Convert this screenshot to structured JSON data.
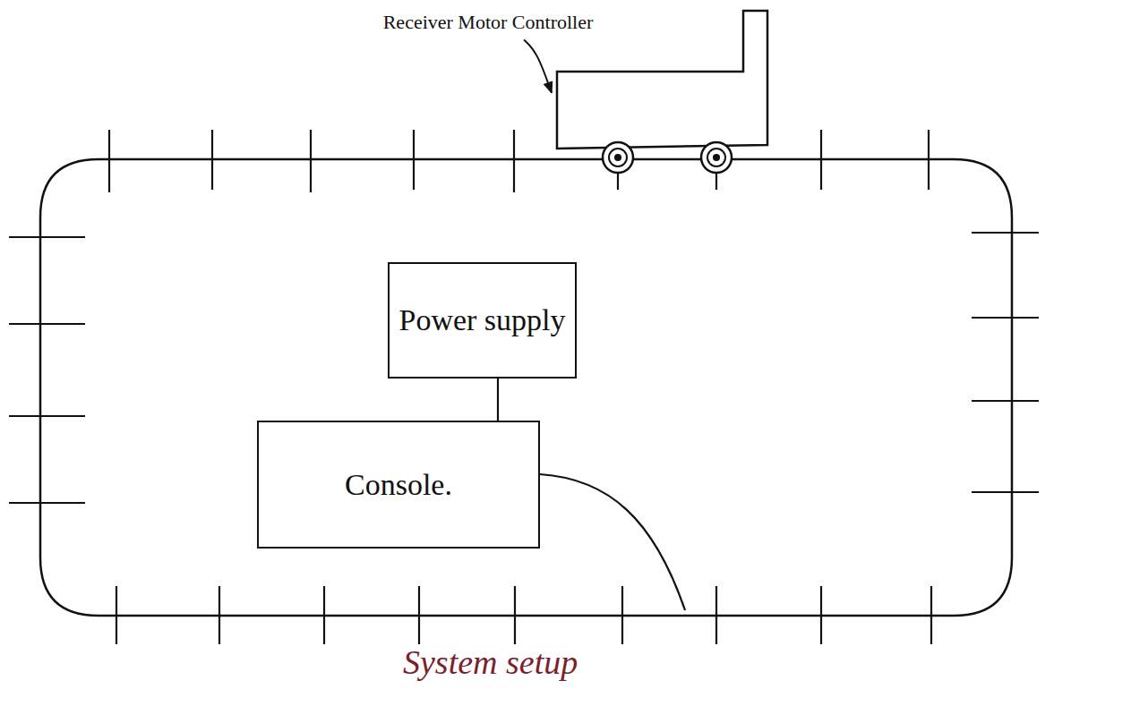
{
  "diagram": {
    "caption": "System setup",
    "nodes": [
      {
        "text": [
          "Power supply"
        ]
      },
      {
        "text": [
          "Console."
        ]
      }
    ],
    "edges": [
      {
        "from": 0,
        "to": 1,
        "arrow": "none"
      }
    ],
    "labels": [
      "Receiver Motor Controller"
    ]
  }
}
